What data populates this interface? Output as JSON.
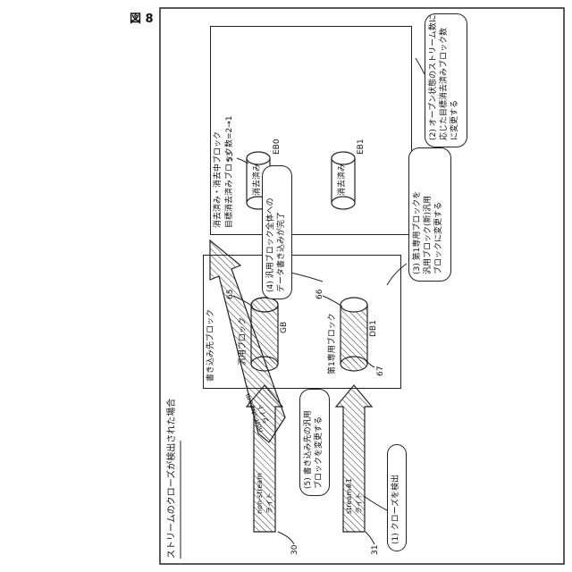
{
  "figure_label": "図 8",
  "title": "ストリームのクローズが検出された場合",
  "write_dest_box": {
    "label": "書き込み先ブロック"
  },
  "erased_box": {
    "label_line1": "消去済み・消去中ブロック",
    "label_line2": "目標消去済みブロック数=2→1",
    "ref": "53"
  },
  "blocks": {
    "gb": {
      "name": "汎用ブロック",
      "id": "GB",
      "ref": "65"
    },
    "db1": {
      "name": "第1専用ブロック",
      "id": "DB1",
      "ref_top": "66",
      "ref_bottom": "67"
    },
    "eb0": {
      "label": "消去済み",
      "id": "EB0"
    },
    "eb1": {
      "label": "消去済み",
      "id": "EB1"
    }
  },
  "streams": {
    "nonstream_top": {
      "line1": "non-stream",
      "line2": "ライト",
      "ref": "30"
    },
    "nonstream_diag": {
      "line1": "non-stream",
      "line2": "ライト"
    },
    "stream1": {
      "line1": "stream#1",
      "line2": "ライト",
      "ref": "31"
    }
  },
  "callouts": {
    "c1": {
      "lines": [
        "(1) クローズを検出"
      ]
    },
    "c2": {
      "lines": [
        "(2) オープン状態のストリーム数に",
        "応じた目標消去済みブロック数",
        "に変更する"
      ]
    },
    "c3": {
      "lines": [
        "(3) 第1専用ブロックを",
        "汎用ブロック(新)汎用",
        "ブロックに変更する"
      ]
    },
    "c4": {
      "lines": [
        "(4) 汎用ブロック全体への",
        "データ書き込みが完了"
      ]
    },
    "c5": {
      "lines": [
        "(5) 書き込み先の汎用",
        "ブロックを変更する"
      ]
    }
  }
}
